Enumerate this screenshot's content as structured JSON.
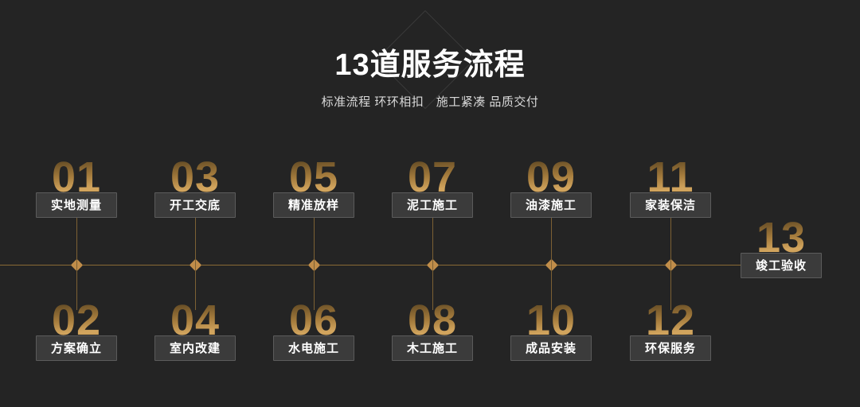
{
  "page": {
    "background_color": "#242424",
    "accent_gold": "#c08d4a",
    "line_color": "#8a6a35",
    "box_bg": "#3b3b3b",
    "box_border": "#5c5c5c"
  },
  "header": {
    "title": "13道服务流程",
    "subtitle": "标准流程 环环相扣　施工紧凑 品质交付"
  },
  "timeline": {
    "top_steps": [
      {
        "number": "01",
        "label": "实地测量"
      },
      {
        "number": "03",
        "label": "开工交底"
      },
      {
        "number": "05",
        "label": "精准放样"
      },
      {
        "number": "07",
        "label": "泥工施工"
      },
      {
        "number": "09",
        "label": "油漆施工"
      },
      {
        "number": "11",
        "label": "家装保洁"
      }
    ],
    "bottom_steps": [
      {
        "number": "02",
        "label": "方案确立"
      },
      {
        "number": "04",
        "label": "室内改建"
      },
      {
        "number": "06",
        "label": "水电施工"
      },
      {
        "number": "08",
        "label": "木工施工"
      },
      {
        "number": "10",
        "label": "成品安装"
      },
      {
        "number": "12",
        "label": "环保服务"
      }
    ],
    "final_step": {
      "number": "13",
      "label": "竣工验收"
    }
  }
}
